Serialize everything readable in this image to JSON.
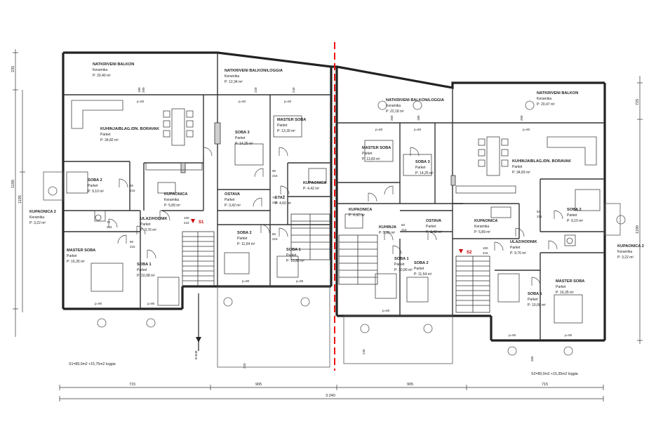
{
  "rooms": [
    {
      "name": "NATKRIVENI BALKON",
      "floor": "Keramika",
      "area": "P: 20,40 m²"
    },
    {
      "name": "NATKRIVENI BALKON/LOGGIA",
      "floor": "Keramika",
      "area": "P: 12,34 m²"
    },
    {
      "name": "KUHINJA/BLAG./DN. BORAVAK",
      "floor": "Parket",
      "area": "P: 34,82 m²"
    },
    {
      "name": "SOBA 3",
      "floor": "Parket",
      "area": "P: 14,25 m²"
    },
    {
      "name": "MASTER SOBA",
      "floor": "Parket",
      "area": "P: 13,30 m²"
    },
    {
      "name": "SOBA 2",
      "floor": "Parket",
      "area": "P: 9,10 m²"
    },
    {
      "name": "KUPAONICA",
      "floor": "Keramika",
      "area": "P: 5,89 m²"
    },
    {
      "name": "OSTAVA",
      "floor": "Parket",
      "area": "P: 3,42 m²"
    },
    {
      "name": "KUPAONICA 2",
      "floor": "Keramika",
      "area": "P: 3,22 m²"
    },
    {
      "name": "ULAZ/HODNIK",
      "floor": "Parket",
      "area": "P: 9,76 m²"
    },
    {
      "name": "SOBA 2",
      "floor": "Parket",
      "area": "P: 11,54 m²"
    },
    {
      "name": "SOBA 1",
      "floor": "Parket",
      "area": "P: 10,80 m²"
    },
    {
      "name": "MASTER SOBA",
      "floor": "Parket",
      "area": "P: 16,35 m²"
    },
    {
      "name": "SOBA 1",
      "floor": "Parket",
      "area": "P: 10,08 m²"
    },
    {
      "name": "NATKRIVENI BALKON/LOGGIA",
      "floor": "Keramika",
      "area": "P: 22,18 m²"
    },
    {
      "name": "NATKRIVENI BALKON",
      "floor": "Keramika",
      "area": "P: 20,47 m²"
    },
    {
      "name": "MASTER SOBA",
      "floor": "Parket",
      "area": "P: 13,83 m²"
    },
    {
      "name": "SOBA 3",
      "floor": "Parket",
      "area": "P: 14,25 m²"
    },
    {
      "name": "KUHINJA/BLAG./DN. BORAVAK",
      "floor": "Parket",
      "area": "P: 34,83 m²"
    },
    {
      "name": "KUPAONICA",
      "floor": "Keramika",
      "area": "P: 5,89 m²"
    },
    {
      "name": "OSTAVA",
      "floor": "Parket",
      "area": "P: 3,42 m²"
    },
    {
      "name": "SOBA 2",
      "floor": "Parket",
      "area": "P: 9,10 m²"
    },
    {
      "name": "KUPAONICA 2",
      "floor": "Keramika",
      "area": "P: 3,22 m²"
    },
    {
      "name": "ULAZ/HODNIK",
      "floor": "Parket",
      "area": "P: 9,76 m²"
    },
    {
      "name": "SOBA 1",
      "floor": "Parket",
      "area": "P: 10,80 m²"
    },
    {
      "name": "SOBA 2",
      "floor": "Parket",
      "area": "P: 11,54 m²"
    },
    {
      "name": "MASTER SOBA",
      "floor": "Parket",
      "area": "P: 16,35 m²"
    },
    {
      "name": "SOBA 1",
      "floor": "Parket",
      "area": "P: 10,08 m²"
    }
  ],
  "small_rooms": [
    {
      "name": "KUPAONICA",
      "area": "P: 4,42 m²"
    },
    {
      "name": "KUPAONICA",
      "area": "P: 4,42 m²"
    },
    {
      "name": "ETAŽ",
      "area": "P: 4,60 m²"
    },
    {
      "name": "KUHINJA",
      "area": "P: 5,85 m²"
    }
  ],
  "unit_markers": [
    "S1",
    "S2"
  ],
  "summaries": [
    "S1=89,0m2 +15,75m2 loggia",
    "S2=89,0m2 +15,35m2 loggia"
  ],
  "section_mark": "B-B48",
  "bottom_dimensions": [
    "715",
    "905",
    "905",
    "715"
  ],
  "total_dimension": "3.240",
  "left_dimensions": [
    "235",
    "1190",
    "1195"
  ],
  "right_dimensions": [
    "725",
    "1190"
  ],
  "sill_labels": [
    "p=60",
    "p=90",
    "p=90",
    "p=60",
    "p=60",
    "p=90",
    "p=90",
    "p=60",
    "p=60",
    "p=60",
    "p=60",
    "p=90",
    "p=90"
  ],
  "door_numbers": [
    "90",
    "215",
    "70",
    "215",
    "80",
    "215",
    "100",
    "215",
    "90",
    "215",
    "70",
    "215",
    "80",
    "215",
    "100",
    "215",
    "50",
    "215",
    "60",
    "215"
  ],
  "tags": [
    "180",
    "200",
    "220",
    "240",
    "260"
  ]
}
